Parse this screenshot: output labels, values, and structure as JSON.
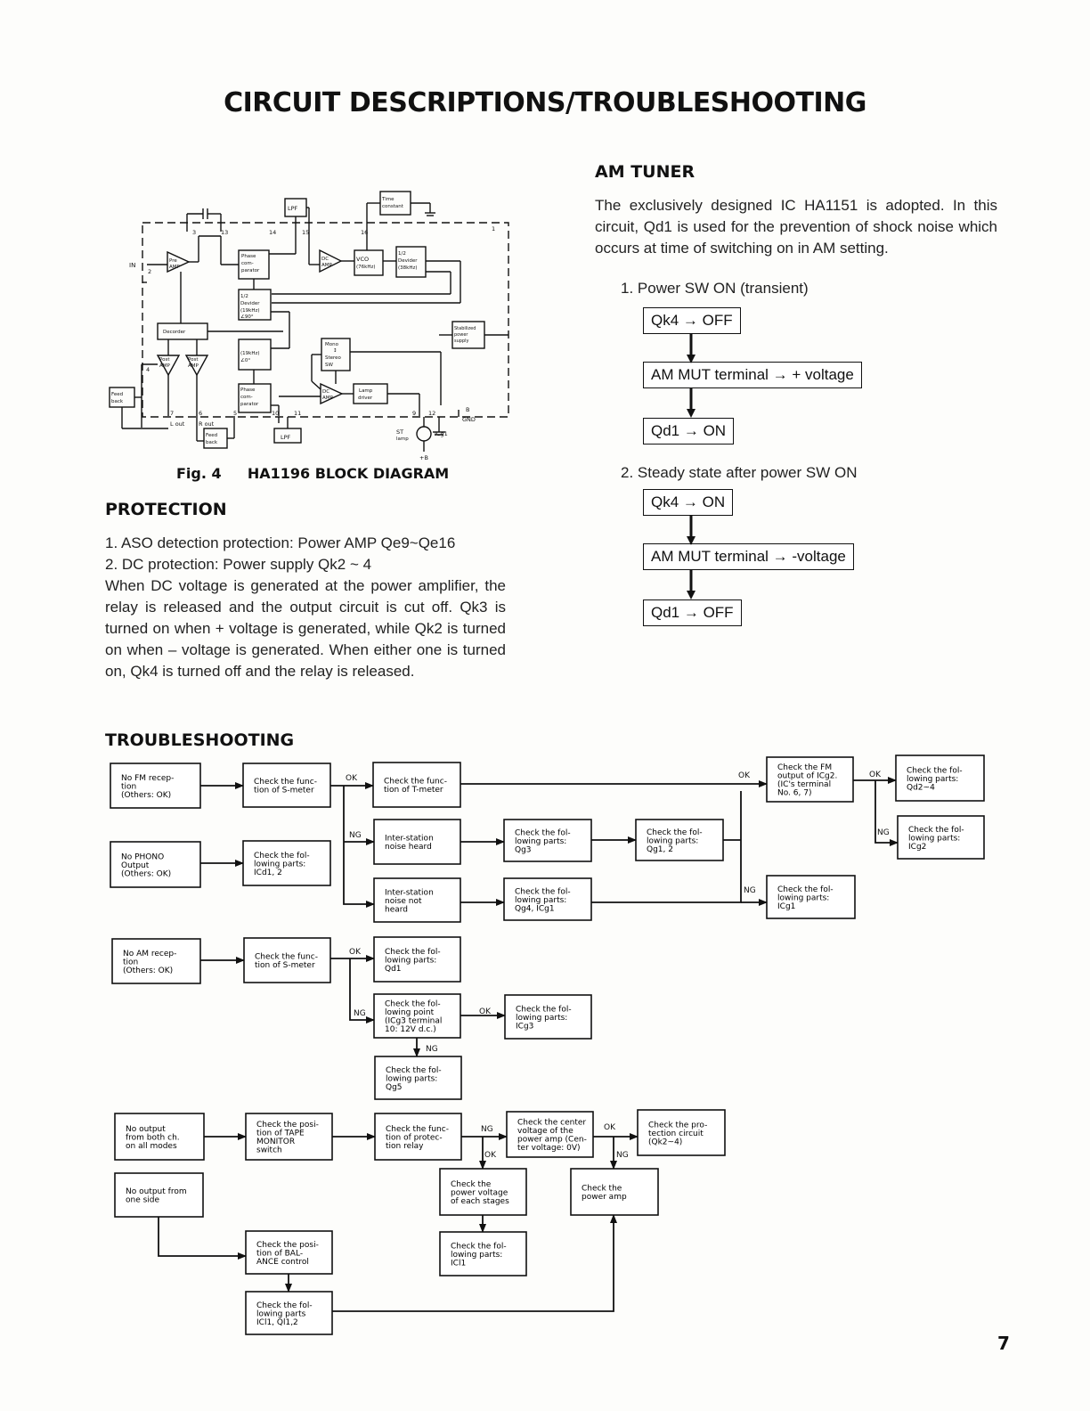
{
  "title": "CIRCUIT DESCRIPTIONS/TROUBLESHOOTING",
  "am_tuner": {
    "heading": "AM TUNER",
    "intro": "The exclusively designed IC HA1151 is adopted. In this circuit, Qd1 is used for the prevention of shock noise which occurs at time of switching on in AM setting.",
    "step1": {
      "label": "1.   Power SW ON (transient)",
      "boxes": [
        "Qk4 → OFF",
        "AM MUT terminal → + voltage",
        "Qd1 → ON"
      ]
    },
    "step2": {
      "label": "2.   Steady state after power SW ON",
      "boxes": [
        "Qk4 → ON",
        "AM MUT terminal → -voltage",
        "Qd1 → OFF"
      ]
    }
  },
  "block_diagram": {
    "caption_prefix": "Fig. 4",
    "caption": "HA1196 BLOCK DIAGRAM",
    "labels": {
      "lpf": "LPF",
      "time_constant": "Time constant",
      "phase_comp": "Phase com- parator",
      "dc_amp": "DC AMP",
      "vco": "VCO (76kHz)",
      "divider_38": "1/2 Devider (38kHz)",
      "divider_19": "1/2 Devider (19kHz) ∠90°",
      "pre_amp": "Pre AMP",
      "decorder": "Decorder",
      "stabilized": "Stabilized power supply",
      "khz19": "(19kHz) ∠0°",
      "mono_stereo": "Mono ↕ Stereo SW",
      "post_amp": "Post AMP",
      "feed_back": "Feed back",
      "lamp_driver": "Lamp driver",
      "in": "IN",
      "l_out": "L out",
      "r_out": "R out",
      "gnd": "GND",
      "st_lamp": "ST lamp",
      "icg1": "ICg1",
      "plus_b": "+B",
      "b": "B"
    },
    "pins": [
      "3",
      "13",
      "14",
      "15",
      "16",
      "1",
      "2",
      "4",
      "7",
      "6",
      "5",
      "10",
      "11",
      "9",
      "12",
      "8"
    ]
  },
  "protection": {
    "heading": "PROTECTION",
    "items": [
      "1.   ASO detection protection: Power AMP Qe9~Qe16",
      "2.   DC protection: Power supply Qk2 ~ 4"
    ],
    "body": "When DC voltage is generated at the power amplifier, the relay is released and the output circuit is cut off. Qk3 is turned on when + voltage is generated, while Qk2 is turned on when – voltage is generated. When either one is turned on, Qk4 is turned off and the relay is released."
  },
  "troubleshooting": {
    "heading": "TROUBLESHOOTING",
    "ok": "OK",
    "ng": "NG",
    "boxes": {
      "fm_sym": [
        "No FM recep-",
        "tion",
        "(Others: OK)"
      ],
      "fm_smeter": [
        "Check the func-",
        "tion of S-meter"
      ],
      "fm_tmeter": [
        "Check the func-",
        "tion of T-meter"
      ],
      "fm_check": [
        "Check the FM",
        "output of ICg2.",
        "(IC's terminal",
        "No. 6, 7)"
      ],
      "fm_qd2": [
        "Check the fol-",
        "lowing parts:",
        "Qd2~4"
      ],
      "fm_icg2": [
        "Check the fol-",
        "lowing parts:",
        "ICg2"
      ],
      "fm_noise_heard": [
        "Inter-station",
        "noise heard"
      ],
      "fm_qg3": [
        "Check the fol-",
        "lowing parts:",
        "Qg3"
      ],
      "fm_qg12": [
        "Check the fol-",
        "lowing parts:",
        "Qg1, 2"
      ],
      "fm_noise_not": [
        "Inter-station",
        "noise not",
        "heard"
      ],
      "fm_qg4": [
        "Check the fol-",
        "lowing parts:",
        "Qg4, ICg1"
      ],
      "fm_icg1": [
        "Check the fol-",
        "lowing parts:",
        "ICg1"
      ],
      "phono_sym": [
        "No PHONO",
        "Output",
        "(Others: OK)"
      ],
      "phono_icd": [
        "Check the fol-",
        "lowing parts:",
        "ICd1, 2"
      ],
      "am_sym": [
        "No AM recep-",
        "tion",
        "(Others: OK)"
      ],
      "am_smeter": [
        "Check the func-",
        "tion of S-meter"
      ],
      "am_qd1": [
        "Check the fol-",
        "lowing parts:",
        "Qd1"
      ],
      "am_point": [
        "Check the fol-",
        "lowing point",
        "(ICg3 terminal",
        "10: 12V d.c.)"
      ],
      "am_icg3": [
        "Check the fol-",
        "lowing parts:",
        "ICg3"
      ],
      "am_qg5": [
        "Check the fol-",
        "lowing parts:",
        "Qg5"
      ],
      "out_sym": [
        "No output",
        "from both ch.",
        "on all modes"
      ],
      "out_tape": [
        "Check the posi-",
        "tion of TAPE",
        "MONITOR",
        "switch"
      ],
      "out_relay": [
        "Check the func-",
        "tion of protec-",
        "tion relay"
      ],
      "out_center": [
        "Check the center",
        "voltage of the",
        "power amp (Cen-",
        "ter voltage: 0V)"
      ],
      "out_prot": [
        "Check the pro-",
        "tection circuit",
        "(Qk2~4)"
      ],
      "out_supply": [
        "Check the",
        "power voltage",
        "of each stages"
      ],
      "out_poweramp": [
        "Check the",
        "power amp"
      ],
      "out_ici1": [
        "Check the fol-",
        "lowing parts:",
        "ICl1"
      ],
      "side_sym": [
        "No output from",
        "one side"
      ],
      "side_bal": [
        "Check the posi-",
        "tion of BAL-",
        "ANCE control"
      ],
      "side_parts": [
        "Check the fol-",
        "lowing parts",
        "ICl1, Ql1,2"
      ]
    }
  },
  "page_number": "7"
}
